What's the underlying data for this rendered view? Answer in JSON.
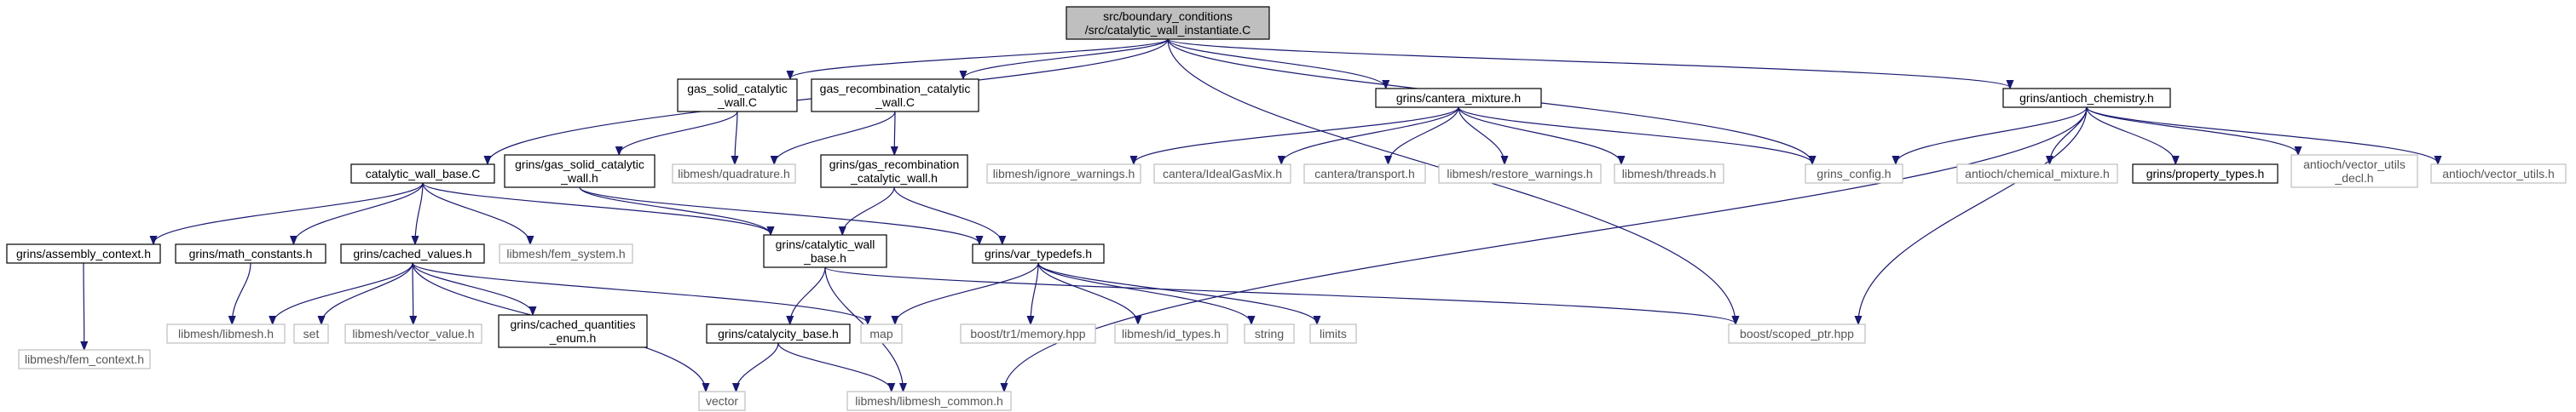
{
  "colors": {
    "edge": "#191970",
    "root_fill": "#bfbfbf",
    "node_border": "#000000",
    "leaf_border": "#bfbfbf",
    "node_fill": "#ffffff"
  },
  "nodes": [
    {
      "id": "root",
      "lines": [
        "src/boundary_conditions",
        "/src/catalytic_wall_instantiate.C"
      ],
      "style": "root"
    },
    {
      "id": "gas_solid_C",
      "lines": [
        "gas_solid_catalytic",
        "_wall.C"
      ],
      "style": "normal"
    },
    {
      "id": "gas_recomb_C",
      "lines": [
        "gas_recombination_catalytic",
        "_wall.C"
      ],
      "style": "normal"
    },
    {
      "id": "cantera_mixture",
      "lines": [
        "grins/cantera_mixture.h"
      ],
      "style": "normal"
    },
    {
      "id": "antioch_chemistry",
      "lines": [
        "grins/antioch_chemistry.h"
      ],
      "style": "normal"
    },
    {
      "id": "catalytic_wall_base_C",
      "lines": [
        "catalytic_wall_base.C"
      ],
      "style": "normal"
    },
    {
      "id": "gas_solid_h",
      "lines": [
        "grins/gas_solid_catalytic",
        "_wall.h"
      ],
      "style": "normal"
    },
    {
      "id": "quadrature",
      "lines": [
        "libmesh/quadrature.h"
      ],
      "style": "leaf"
    },
    {
      "id": "gas_recomb_h",
      "lines": [
        "grins/gas_recombination",
        "_catalytic_wall.h"
      ],
      "style": "normal"
    },
    {
      "id": "ignore_warnings",
      "lines": [
        "libmesh/ignore_warnings.h"
      ],
      "style": "leaf"
    },
    {
      "id": "ideal_gas_mix",
      "lines": [
        "cantera/IdealGasMix.h"
      ],
      "style": "leaf"
    },
    {
      "id": "cantera_transport",
      "lines": [
        "cantera/transport.h"
      ],
      "style": "leaf"
    },
    {
      "id": "restore_warnings",
      "lines": [
        "libmesh/restore_warnings.h"
      ],
      "style": "leaf"
    },
    {
      "id": "threads",
      "lines": [
        "libmesh/threads.h"
      ],
      "style": "leaf"
    },
    {
      "id": "grins_config",
      "lines": [
        "grins_config.h"
      ],
      "style": "leaf"
    },
    {
      "id": "chemical_mixture",
      "lines": [
        "antioch/chemical_mixture.h"
      ],
      "style": "leaf"
    },
    {
      "id": "property_types",
      "lines": [
        "grins/property_types.h"
      ],
      "style": "normal"
    },
    {
      "id": "vector_utils_decl",
      "lines": [
        "antioch/vector_utils",
        "_decl.h"
      ],
      "style": "leaf"
    },
    {
      "id": "vector_utils",
      "lines": [
        "antioch/vector_utils.h"
      ],
      "style": "leaf"
    },
    {
      "id": "assembly_context",
      "lines": [
        "grins/assembly_context.h"
      ],
      "style": "normal"
    },
    {
      "id": "math_constants",
      "lines": [
        "grins/math_constants.h"
      ],
      "style": "normal"
    },
    {
      "id": "cached_values",
      "lines": [
        "grins/cached_values.h"
      ],
      "style": "normal"
    },
    {
      "id": "fem_system",
      "lines": [
        "libmesh/fem_system.h"
      ],
      "style": "leaf"
    },
    {
      "id": "catalytic_wall_base_h",
      "lines": [
        "grins/catalytic_wall",
        "_base.h"
      ],
      "style": "normal"
    },
    {
      "id": "var_typedefs",
      "lines": [
        "grins/var_typedefs.h"
      ],
      "style": "normal"
    },
    {
      "id": "fem_context",
      "lines": [
        "libmesh/fem_context.h"
      ],
      "style": "leaf"
    },
    {
      "id": "libmesh_h",
      "lines": [
        "libmesh/libmesh.h"
      ],
      "style": "leaf"
    },
    {
      "id": "set",
      "lines": [
        "set"
      ],
      "style": "leaf"
    },
    {
      "id": "vector_value",
      "lines": [
        "libmesh/vector_value.h"
      ],
      "style": "leaf"
    },
    {
      "id": "cached_quantities",
      "lines": [
        "grins/cached_quantities",
        "_enum.h"
      ],
      "style": "normal"
    },
    {
      "id": "map",
      "lines": [
        "map"
      ],
      "style": "leaf"
    },
    {
      "id": "boost_memory",
      "lines": [
        "boost/tr1/memory.hpp"
      ],
      "style": "leaf"
    },
    {
      "id": "id_types",
      "lines": [
        "libmesh/id_types.h"
      ],
      "style": "leaf"
    },
    {
      "id": "string",
      "lines": [
        "string"
      ],
      "style": "leaf"
    },
    {
      "id": "limits",
      "lines": [
        "limits"
      ],
      "style": "leaf"
    },
    {
      "id": "scoped_ptr",
      "lines": [
        "boost/scoped_ptr.hpp"
      ],
      "style": "leaf"
    },
    {
      "id": "catalycity_base",
      "lines": [
        "grins/catalycity_base.h"
      ],
      "style": "normal"
    },
    {
      "id": "vector",
      "lines": [
        "vector"
      ],
      "style": "leaf"
    },
    {
      "id": "libmesh_common",
      "lines": [
        "libmesh/libmesh_common.h"
      ],
      "style": "leaf"
    }
  ],
  "edges": [
    [
      "root",
      "gas_solid_C"
    ],
    [
      "root",
      "gas_recomb_C"
    ],
    [
      "root",
      "cantera_mixture"
    ],
    [
      "root",
      "antioch_chemistry"
    ],
    [
      "root",
      "catalytic_wall_base_C"
    ],
    [
      "root",
      "grins_config"
    ],
    [
      "root",
      "scoped_ptr"
    ],
    [
      "gas_solid_C",
      "gas_solid_h"
    ],
    [
      "gas_solid_C",
      "quadrature"
    ],
    [
      "gas_recomb_C",
      "quadrature"
    ],
    [
      "gas_recomb_C",
      "gas_recomb_h"
    ],
    [
      "cantera_mixture",
      "ignore_warnings"
    ],
    [
      "cantera_mixture",
      "ideal_gas_mix"
    ],
    [
      "cantera_mixture",
      "cantera_transport"
    ],
    [
      "cantera_mixture",
      "restore_warnings"
    ],
    [
      "cantera_mixture",
      "threads"
    ],
    [
      "cantera_mixture",
      "grins_config"
    ],
    [
      "antioch_chemistry",
      "grins_config"
    ],
    [
      "antioch_chemistry",
      "chemical_mixture"
    ],
    [
      "antioch_chemistry",
      "property_types"
    ],
    [
      "antioch_chemistry",
      "vector_utils_decl"
    ],
    [
      "antioch_chemistry",
      "vector_utils"
    ],
    [
      "antioch_chemistry",
      "scoped_ptr"
    ],
    [
      "antioch_chemistry",
      "libmesh_common"
    ],
    [
      "catalytic_wall_base_C",
      "assembly_context"
    ],
    [
      "catalytic_wall_base_C",
      "math_constants"
    ],
    [
      "catalytic_wall_base_C",
      "cached_values"
    ],
    [
      "catalytic_wall_base_C",
      "fem_system"
    ],
    [
      "catalytic_wall_base_C",
      "catalytic_wall_base_h"
    ],
    [
      "gas_solid_h",
      "catalytic_wall_base_h"
    ],
    [
      "gas_solid_h",
      "var_typedefs"
    ],
    [
      "gas_recomb_h",
      "catalytic_wall_base_h"
    ],
    [
      "gas_recomb_h",
      "var_typedefs"
    ],
    [
      "assembly_context",
      "fem_context"
    ],
    [
      "math_constants",
      "libmesh_h"
    ],
    [
      "cached_values",
      "libmesh_h"
    ],
    [
      "cached_values",
      "set"
    ],
    [
      "cached_values",
      "vector_value"
    ],
    [
      "cached_values",
      "cached_quantities"
    ],
    [
      "cached_values",
      "map"
    ],
    [
      "cached_values",
      "vector"
    ],
    [
      "catalytic_wall_base_h",
      "catalycity_base"
    ],
    [
      "catalytic_wall_base_h",
      "libmesh_common"
    ],
    [
      "catalytic_wall_base_h",
      "scoped_ptr"
    ],
    [
      "var_typedefs",
      "map"
    ],
    [
      "var_typedefs",
      "boost_memory"
    ],
    [
      "var_typedefs",
      "id_types"
    ],
    [
      "var_typedefs",
      "string"
    ],
    [
      "var_typedefs",
      "limits"
    ],
    [
      "catalycity_base",
      "vector"
    ],
    [
      "catalycity_base",
      "libmesh_common"
    ]
  ]
}
